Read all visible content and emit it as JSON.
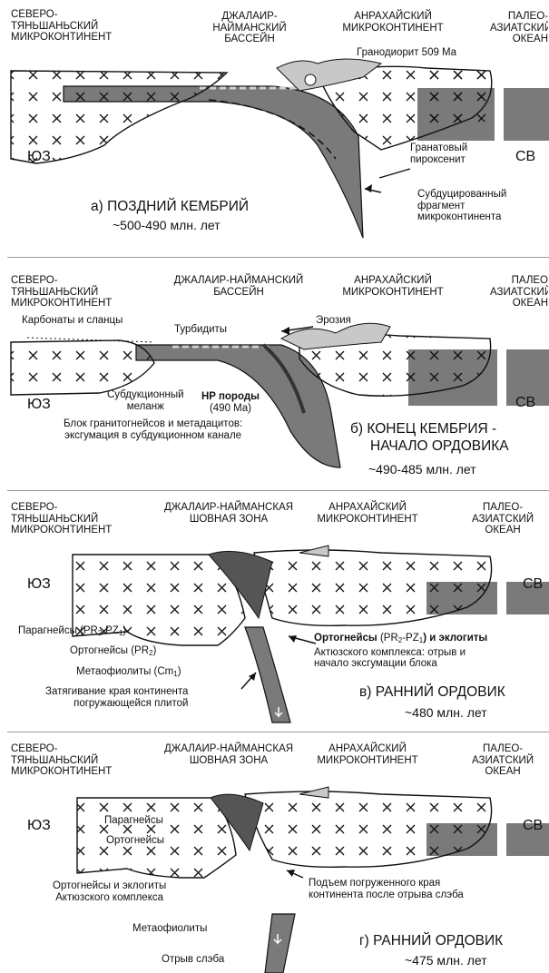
{
  "panel_a": {
    "h_left": [
      "СЕВЕРО-",
      "ТЯНЬШАНЬСКИЙ",
      "МИКРОКОНТИНЕНТ"
    ],
    "h_basin": [
      "ДЖАЛАИР-",
      "НАЙМАНСКИЙ",
      "БАССЕЙН"
    ],
    "h_micro": [
      "АНРАХАЙСКИЙ",
      "МИКРОКОНТИНЕНТ"
    ],
    "h_ocean": [
      "ПАЛЕО-",
      "АЗИАТСКИЙ",
      "ОКЕАН"
    ],
    "granodiorite": "Гранодиорит 509 Ma",
    "garnet": [
      "Гранатовый",
      "пироксенит"
    ],
    "fragment": [
      "Субдуцированный",
      "фрагмент",
      "микроконтинента"
    ],
    "sw": "ЮЗ",
    "ne": "СВ",
    "caption": "а)  ПОЗДНИЙ КЕМБРИЙ",
    "age": "~500-490 млн. лет"
  },
  "panel_b": {
    "h_left": [
      "СЕВЕРО-",
      "ТЯНЬШАНЬСКИЙ",
      "МИКРОКОНТИНЕНТ"
    ],
    "h_basin": [
      "ДЖАЛАИР-НАЙМАНСКИЙ",
      "БАССЕЙН"
    ],
    "h_micro": [
      "АНРАХАЙСКИЙ",
      "МИКРОКОНТИНЕНТ"
    ],
    "h_ocean": [
      "ПАЛЕО",
      "АЗИАТСКИЙ",
      "ОКЕАН"
    ],
    "carbonates": "Карбонаты и сланцы",
    "turbidites": "Турбидиты",
    "erosion": "Эрозия",
    "melange": [
      "Субдукционный",
      "меланж"
    ],
    "hp": "HP породы",
    "hp_age": "(490 Ma)",
    "block": [
      "Блок гранитогнейсов и метадацитов:",
      "эксгумация в субдукционном канале"
    ],
    "sw": "ЮЗ",
    "ne": "СВ",
    "caption": [
      "б)  КОНЕЦ КЕМБРИЯ -",
      "НАЧАЛО ОРДОВИКА"
    ],
    "age": "~490-485 млн. лет"
  },
  "panel_c": {
    "h_left": [
      "СЕВЕРО-",
      "ТЯНЬШАНЬСКИЙ",
      "МИКРОКОНТИНЕНТ"
    ],
    "h_basin": [
      "ДЖАЛАИР-НАЙМАНСКАЯ",
      "ШОВНАЯ ЗОНА"
    ],
    "h_micro": [
      "АНРАХАЙСКИЙ",
      "МИКРОКОНТИНЕНТ"
    ],
    "h_ocean": [
      "ПАЛЕО-",
      "АЗИАТСКИЙ",
      "ОКЕАН"
    ],
    "paragneiss": "Парагнейсы (PR",
    "paragneiss_sub1": "2",
    "paragneiss_mid": "-PZ",
    "paragneiss_sub2": "1",
    "paragneiss_end": ")",
    "orthogneiss": "Ортогнейсы (PR",
    "orthogneiss_sub": "2",
    "orthogneiss_end": ")",
    "metaophiolite": "Метаофиолиты (Cm",
    "metaophiolite_sub": "1",
    "metaophiolite_end": ")",
    "drag": [
      "Затягивание края континента",
      "погружающейся плитой"
    ],
    "ortho_eclog_bold": "Ортогнейсы",
    "ortho_eclog_mid": " (PR",
    "ortho_eclog_sub1": "2",
    "ortho_eclog_mid2": "-PZ",
    "ortho_eclog_sub2": "1",
    "ortho_eclog_end": ") и эклогиты",
    "aktyuz": [
      "Актюзского комплекса: отрыв и",
      "начало эксгумации блока"
    ],
    "sw": "ЮЗ",
    "ne": "СВ",
    "caption": "в)  РАННИЙ ОРДОВИК",
    "age": "~480 млн. лет"
  },
  "panel_d": {
    "h_left": [
      "СЕВЕРО-",
      "ТЯНЬШАНЬСКИЙ",
      "МИКРОКОНТИНЕНТ"
    ],
    "h_basin": [
      "ДЖАЛАИР-НАЙМАНСКАЯ",
      "ШОВНАЯ ЗОНА"
    ],
    "h_micro": [
      "АНРАХАЙСКИЙ",
      "МИКРОКОНТИНЕНТ"
    ],
    "h_ocean": [
      "ПАЛЕО-",
      "АЗИАТСКИЙ",
      "ОКЕАН"
    ],
    "paragneiss": "Парагнейсы",
    "orthogneiss": "Ортогнейсы",
    "ortho_eclog": [
      "Ортогнейсы и эклогиты",
      "Актюзского комплекса"
    ],
    "uplift": [
      "Подъем погруженного края",
      "континента после отрыва слэба"
    ],
    "metaophiolite": "Метаофиолиты",
    "slab": "Отрыв слэба",
    "sw": "ЮЗ",
    "ne": "СВ",
    "caption": "г)  РАННИЙ ОРДОВИК",
    "age": "~475 млн. лет"
  }
}
